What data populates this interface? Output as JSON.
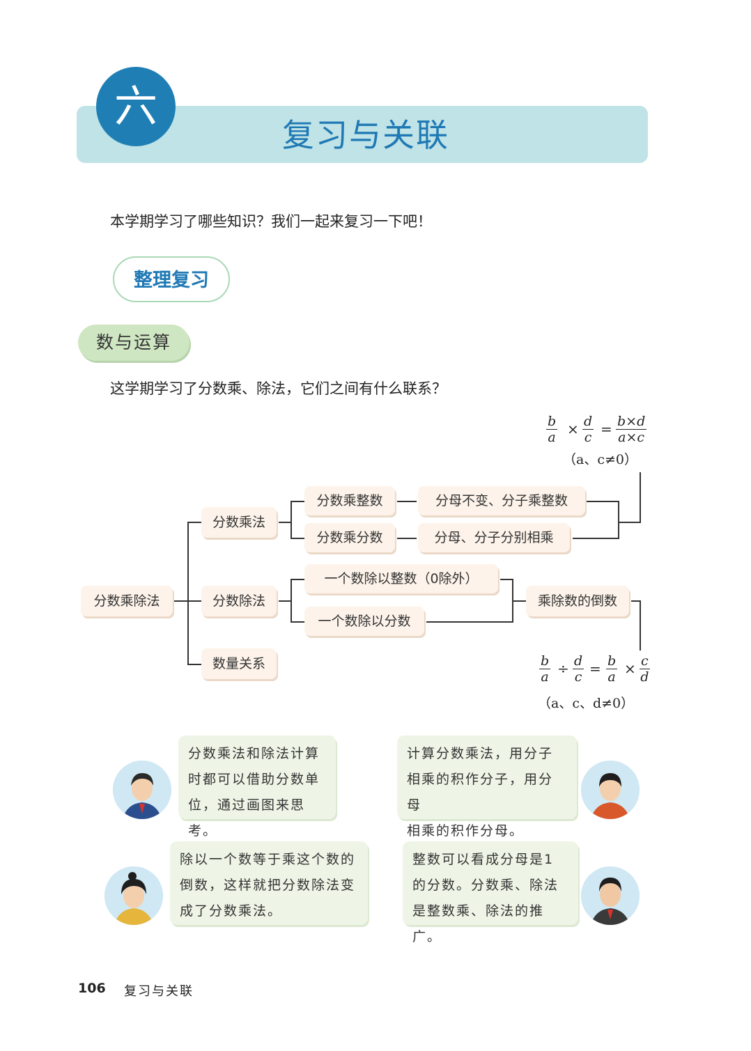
{
  "header": {
    "chapter_number": "六",
    "chapter_title": "复习与关联"
  },
  "intro": "本学期学习了哪些知识？我们一起来复习一下吧！",
  "review_label": "整理复习",
  "section_label": "数与运算",
  "question": "这学期学习了分数乘、除法，它们之间有什么联系？",
  "diagram": {
    "root": "分数乘除法",
    "mult": "分数乘法",
    "div": "分数除法",
    "quantity": "数量关系",
    "mult_int": "分数乘整数",
    "mult_frac": "分数乘分数",
    "rule_int": "分母不变、分子乘整数",
    "rule_frac": "分母、分子分别相乘",
    "div_int": "一个数除以整数（0除外）",
    "div_frac": "一个数除以分数",
    "reciprocal": "乘除数的倒数"
  },
  "formula_mult": {
    "f1_num": "b",
    "f1_den": "a",
    "op1": "×",
    "f2_num": "d",
    "f2_den": "c",
    "eq": "=",
    "r_num": "b×d",
    "r_den": "a×c",
    "condition": "（a、c≠0）"
  },
  "formula_div": {
    "f1_num": "b",
    "f1_den": "a",
    "op1": "÷",
    "f2_num": "d",
    "f2_den": "c",
    "eq": "=",
    "r1_num": "b",
    "r1_den": "a",
    "op2": "×",
    "r2_num": "c",
    "r2_den": "d",
    "condition": "（a、c、d≠0）"
  },
  "bubbles": [
    {
      "line1": "分数乘法和除法计算",
      "line2": "时都可以借助分数单",
      "line3": "位，通过画图来思考。"
    },
    {
      "line1": "计算分数乘法，用分子",
      "line2": "相乘的积作分子，用分母",
      "line3": "相乘的积作分母。"
    },
    {
      "line1": "除以一个数等于乘这个数的",
      "line2": "倒数，这样就把分数除法变",
      "line3": "成了分数乘法。"
    },
    {
      "line1": "整数可以看成分母是1",
      "line2": "的分数。分数乘、除法",
      "line3": "是整数乘、除法的推广。"
    }
  ],
  "footer": {
    "page_number": "106",
    "label": "复习与关联"
  }
}
